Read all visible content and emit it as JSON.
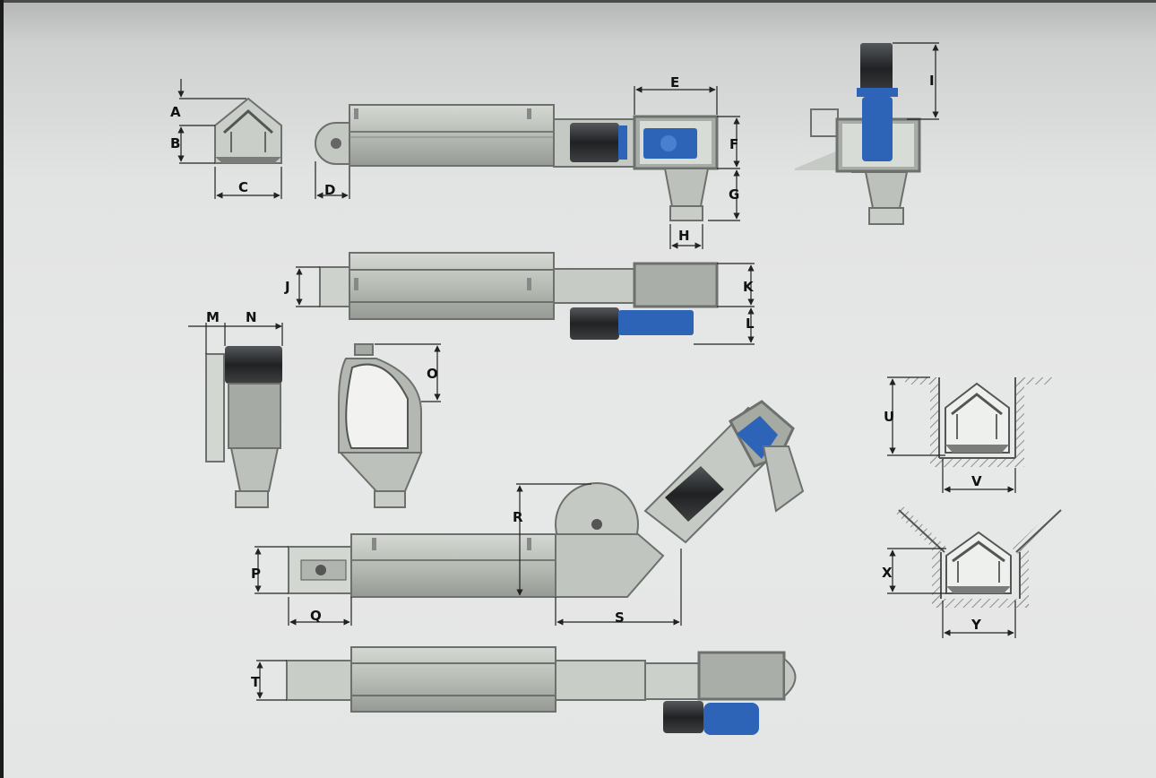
{
  "labels": {
    "A": "A",
    "B": "B",
    "C": "C",
    "D": "D",
    "E": "E",
    "F": "F",
    "G": "G",
    "H": "H",
    "I": "I",
    "J": "J",
    "K": "K",
    "L": "L",
    "M": "M",
    "N": "N",
    "O": "O",
    "P": "P",
    "Q": "Q",
    "R": "R",
    "S": "S",
    "T": "T",
    "U": "U",
    "V": "V",
    "X": "X",
    "Y": "Y"
  },
  "colors": {
    "background": "#e6e7e7",
    "steel": "#9fa49f",
    "steel_light": "#c7ccc6",
    "steel_dark": "#6d706d",
    "motor_black": "#2b2d2f",
    "gearbox_blue": "#2d64b8",
    "dimension_line": "#222222",
    "hatch": "#9a9a9a"
  },
  "icons": [
    "hatch-pattern"
  ]
}
